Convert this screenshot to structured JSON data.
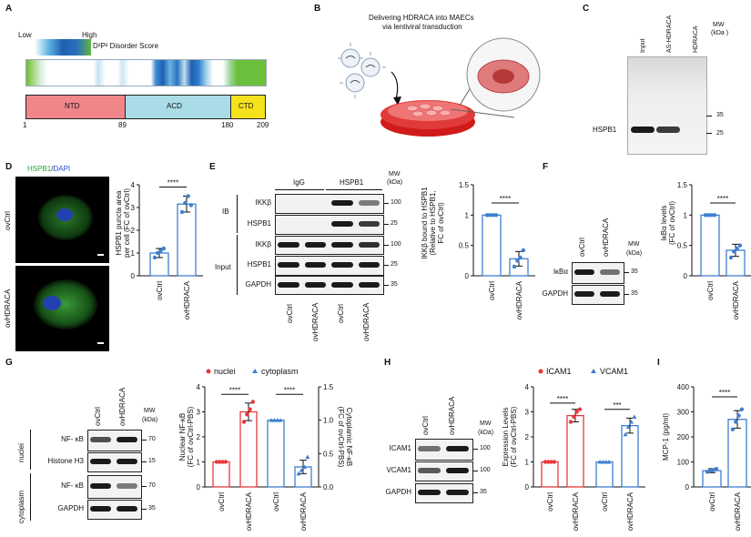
{
  "panels": {
    "A": "A",
    "B": "B",
    "C": "C",
    "D": "D",
    "E": "E",
    "F": "F",
    "G": "G",
    "H": "H",
    "I": "I"
  },
  "panelA": {
    "legend_low": "Low",
    "legend_high": "High",
    "legend_label": "D²P² Disorder Score",
    "domains": [
      "NTD",
      "ACD",
      "CTD"
    ],
    "domain_colors": [
      "#f0858a",
      "#a9dce6",
      "#f5e21c"
    ],
    "positions": [
      "1",
      "89",
      "180",
      "209"
    ]
  },
  "panelB": {
    "title_line1": "Delivering HDRACA into MAECs",
    "title_line2": "via lentiviral transduction"
  },
  "panelC": {
    "lanes": [
      "Input",
      "AS-HDRACA",
      "HDRACA"
    ],
    "mw_label": "MW",
    "mw_unit": "(kDa )",
    "mw_ticks": [
      "35",
      "25"
    ],
    "band_label": "HSPB1"
  },
  "panelD": {
    "stain_green": "HSPB1",
    "stain_sep": "/",
    "stain_blue": "DAPI",
    "row_labels": [
      "ovCtrl",
      "ovHDRACA"
    ],
    "ylabel_line1": "HSPB1 puncta area",
    "ylabel_line2": "per cell (FC of ovCtrl)",
    "sig": "****",
    "categories": [
      "ovCtrl",
      "ovHDRACA"
    ]
  },
  "panelE": {
    "groups": [
      "IgG",
      "HSPB1"
    ],
    "mw_label": "MW",
    "mw_unit": "(kDa)",
    "side_labels": [
      "IB",
      "Input"
    ],
    "rows": [
      "IKKβ",
      "HSPB1",
      "IKKβ",
      "HSPB1",
      "GAPDH"
    ],
    "mw_values": [
      "100",
      "25",
      "100",
      "25",
      "35"
    ],
    "lanes": [
      "ovCtrl",
      "ovHDRACA",
      "ovCtrl",
      "ovHDRACA"
    ],
    "ylabel_line1": "IKKβ bound to HSPB1",
    "ylabel_line2": "(Relative to HSPB1,",
    "ylabel_line3": "FC of ovCtrl)",
    "sig": "****",
    "categories": [
      "ovCtrl",
      "ovHDRACA"
    ]
  },
  "panelF": {
    "lanes": [
      "ovCtrl",
      "ovHDRACA"
    ],
    "mw_label": "MW",
    "mw_unit": "(kDa)",
    "rows": [
      "IκBα",
      "GAPDH"
    ],
    "mw_values": [
      "35",
      "35"
    ],
    "ylabel_line1": "IκBα levels",
    "ylabel_line2": "(FC of ovCtrl)",
    "sig": "****",
    "categories": [
      "ovCtrl",
      "ovHDRACA"
    ]
  },
  "panelG": {
    "lanes": [
      "ovCtrl",
      "ovHDRACA"
    ],
    "mw_label": "MW",
    "mw_unit": "(kDa)",
    "side_labels": [
      "nuclei",
      "cytoplasm"
    ],
    "rows": [
      "NF- κB",
      "Histone H3",
      "NF- κB",
      "GAPDH"
    ],
    "mw_values": [
      "70",
      "15",
      "70",
      "35"
    ],
    "legend": [
      "nuclei",
      "cytoplasm"
    ],
    "ylabel_left_line1": "Nuclear NF-κB",
    "ylabel_left_line2": "(FC of ovCtrl-PBS)",
    "ylabel_right_line1": "Cytoplamic NF-κB",
    "ylabel_right_line2": "(FC of ovCtrl-PBS)",
    "sig": [
      "****",
      "****"
    ],
    "categories": [
      "ovCtrl",
      "ovHDRACA",
      "ovCtrl",
      "ovHDRACA"
    ]
  },
  "panelH": {
    "lanes": [
      "ovCtrl",
      "ovHDRACA"
    ],
    "mw_label": "MW",
    "mw_unit": "(kDa)",
    "rows": [
      "ICAM1",
      "VCAM1",
      "GAPDH"
    ],
    "mw_values": [
      "100",
      "100",
      "35"
    ],
    "legend": [
      "ICAM1",
      "VCAM1"
    ],
    "ylabel_line1": "Expression Levels",
    "ylabel_line2": "(FC of ovCtrl-PBS)",
    "sig": [
      "****",
      "***"
    ],
    "categories": [
      "ovCtrl",
      "ovHDRACA",
      "ovCtrl",
      "ovHDRACA"
    ]
  },
  "panelI": {
    "ylabel": "MCP-1 (pg/ml)",
    "sig": "****",
    "categories": [
      "ovCtrl",
      "ovHDRACA"
    ]
  },
  "chart_data": [
    {
      "id": "D",
      "type": "bar",
      "categories": [
        "ovCtrl",
        "ovHDRACA"
      ],
      "values": [
        1.0,
        3.15
      ],
      "errors": [
        0.2,
        0.35
      ],
      "points": [
        [
          0.8,
          1.0,
          1.1,
          1.2
        ],
        [
          2.8,
          3.2,
          3.5,
          3.1
        ]
      ],
      "ylim": [
        0,
        4
      ],
      "yticks": [
        0,
        1,
        2,
        3,
        4
      ],
      "ylabel": "HSPB1 puncta area per cell (FC of ovCtrl)",
      "color": "#3f7fd0"
    },
    {
      "id": "E",
      "type": "bar",
      "categories": [
        "ovCtrl",
        "ovHDRACA"
      ],
      "values": [
        1.0,
        0.28
      ],
      "errors": [
        0.0,
        0.12
      ],
      "points": [
        [
          1,
          1,
          1,
          1
        ],
        [
          0.15,
          0.25,
          0.3,
          0.42
        ]
      ],
      "ylim": [
        0,
        1.5
      ],
      "yticks": [
        0,
        0.5,
        1.0,
        1.5
      ],
      "ylabel": "IKKβ bound to HSPB1 (Relative to HSPB1, FC of ovCtrl)",
      "color": "#3f7fd0"
    },
    {
      "id": "F",
      "type": "bar",
      "categories": [
        "ovCtrl",
        "ovHDRACA"
      ],
      "values": [
        1.0,
        0.42
      ],
      "errors": [
        0.0,
        0.1
      ],
      "points": [
        [
          1,
          1,
          1,
          1
        ],
        [
          0.3,
          0.4,
          0.45,
          0.5
        ]
      ],
      "ylim": [
        0,
        1.5
      ],
      "yticks": [
        0,
        0.5,
        1.0,
        1.5
      ],
      "ylabel": "IκBα levels (FC of ovCtrl)",
      "color": "#3f7fd0"
    },
    {
      "id": "G",
      "type": "bar",
      "categories": [
        "ovCtrl",
        "ovHDRACA",
        "ovCtrl",
        "ovHDRACA"
      ],
      "series": [
        {
          "name": "nuclei",
          "axis": "left",
          "values": [
            1.0,
            3.0
          ],
          "errors": [
            0.0,
            0.35
          ],
          "points": [
            [
              1,
              1,
              1,
              1
            ],
            [
              2.6,
              2.9,
              3.1,
              3.4
            ]
          ],
          "color": "#e8383d"
        },
        {
          "name": "cytoplasm",
          "axis": "right",
          "values": [
            1.0,
            0.3
          ],
          "errors": [
            0.0,
            0.1
          ],
          "points": [
            [
              1,
              1,
              1,
              1
            ],
            [
              0.2,
              0.25,
              0.3,
              0.45
            ]
          ],
          "color": "#3f7fd0"
        }
      ],
      "ylim_left": [
        0,
        4
      ],
      "yticks_left": [
        0,
        1,
        2,
        3,
        4
      ],
      "ylim_right": [
        0,
        1.5
      ],
      "yticks_right": [
        0,
        0.5,
        1.0,
        1.5
      ],
      "ylabel_left": "Nuclear NF-κB (FC of ovCtrl-PBS)",
      "ylabel_right": "Cytoplamic NF-κB (FC of ovCtrl-PBS)"
    },
    {
      "id": "H",
      "type": "bar",
      "categories": [
        "ovCtrl",
        "ovHDRACA",
        "ovCtrl",
        "ovHDRACA"
      ],
      "series": [
        {
          "name": "ICAM1",
          "values": [
            1.0,
            2.85
          ],
          "errors": [
            0.0,
            0.25
          ],
          "points": [
            [
              1,
              1,
              1,
              1
            ],
            [
              2.6,
              2.8,
              3.0,
              3.1
            ]
          ],
          "color": "#e8383d"
        },
        {
          "name": "VCAM1",
          "values": [
            1.0,
            2.45
          ],
          "errors": [
            0.0,
            0.3
          ],
          "points": [
            [
              1,
              1,
              1,
              1
            ],
            [
              2.1,
              2.4,
              2.6,
              2.8
            ]
          ],
          "color": "#3f7fd0"
        }
      ],
      "ylim": [
        0,
        4
      ],
      "yticks": [
        0,
        1,
        2,
        3,
        4
      ],
      "ylabel": "Expression Levels (FC of ovCtrl-PBS)"
    },
    {
      "id": "I",
      "type": "bar",
      "categories": [
        "ovCtrl",
        "ovHDRACA"
      ],
      "values": [
        65,
        270
      ],
      "errors": [
        8,
        35
      ],
      "points": [
        [
          60,
          65,
          68,
          72
        ],
        [
          230,
          260,
          285,
          310
        ]
      ],
      "ylim": [
        0,
        400
      ],
      "yticks": [
        0,
        100,
        200,
        300,
        400
      ],
      "ylabel": "MCP-1 (pg/ml)",
      "color": "#3f7fd0"
    }
  ]
}
